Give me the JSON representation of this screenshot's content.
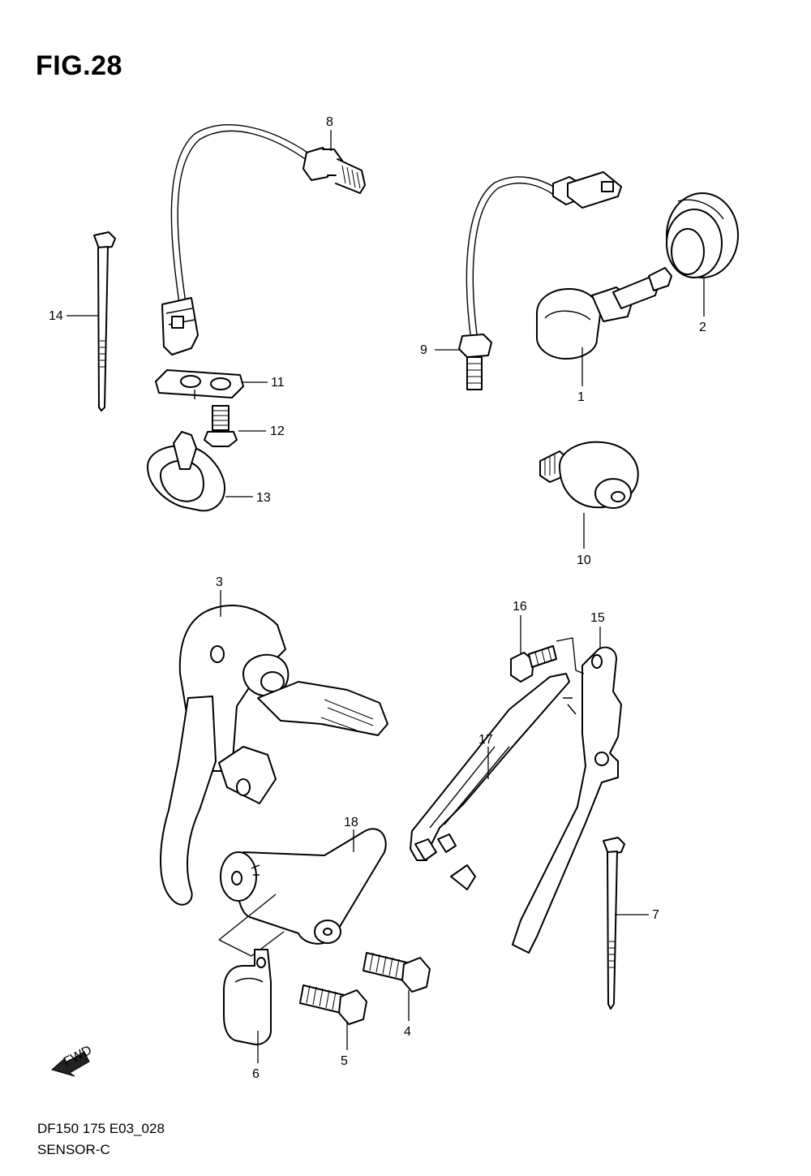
{
  "figure": {
    "title": "FIG.28",
    "code": "DF150 175 E03_028",
    "name": "SENSOR-C",
    "fwd_label": "FWD"
  },
  "callouts": [
    {
      "id": "1",
      "label": "1"
    },
    {
      "id": "2",
      "label": "2"
    },
    {
      "id": "3",
      "label": "3"
    },
    {
      "id": "4",
      "label": "4"
    },
    {
      "id": "5",
      "label": "5"
    },
    {
      "id": "6",
      "label": "6"
    },
    {
      "id": "7",
      "label": "7"
    },
    {
      "id": "8",
      "label": "8"
    },
    {
      "id": "9",
      "label": "9"
    },
    {
      "id": "10",
      "label": "10"
    },
    {
      "id": "11",
      "label": "11"
    },
    {
      "id": "12",
      "label": "12"
    },
    {
      "id": "13",
      "label": "13"
    },
    {
      "id": "14",
      "label": "14"
    },
    {
      "id": "15",
      "label": "15"
    },
    {
      "id": "16",
      "label": "16"
    },
    {
      "id": "17",
      "label": "17"
    },
    {
      "id": "18",
      "label": "18"
    }
  ]
}
